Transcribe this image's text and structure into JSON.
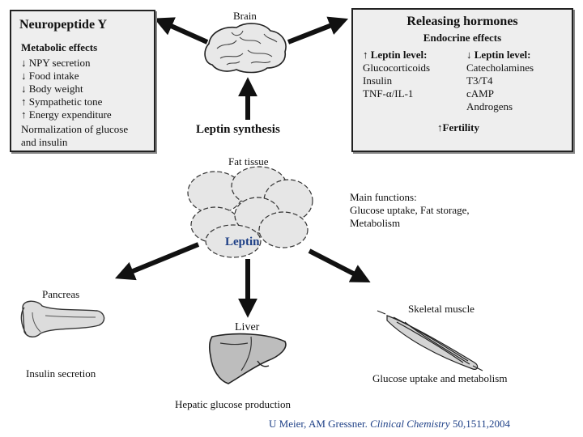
{
  "brain": {
    "label": "Brain"
  },
  "npy": {
    "title": "Neuropeptide Y",
    "subtitle": "Metabolic effects",
    "items": [
      {
        "arrow": "↓",
        "text": "NPY secretion"
      },
      {
        "arrow": "↓",
        "text": "Food intake"
      },
      {
        "arrow": "↓",
        "text": "Body weight"
      },
      {
        "arrow": "↑",
        "text": "Sympathetic tone"
      },
      {
        "arrow": "↑",
        "text": "Energy expenditure"
      }
    ],
    "note_line1": "Normalization of glucose",
    "note_line2": "and insulin"
  },
  "releasing": {
    "title": "Releasing hormones",
    "subtitle": "Endocrine effects",
    "left_header": "↑ Leptin level:",
    "left_items": [
      "Glucocorticoids",
      "Insulin",
      "TNF-α/IL-1"
    ],
    "right_header": "↓ Leptin level:",
    "right_items": [
      "Catecholamines",
      "T3/T4",
      "cAMP",
      "Androgens"
    ],
    "fertility": "↑Fertility"
  },
  "leptin_synthesis": "Leptin synthesis",
  "fat_tissue": {
    "label": "Fat tissue",
    "center": "Leptin"
  },
  "main_functions": {
    "line1": "Main functions:",
    "line2": "Glucose uptake, Fat storage,",
    "line3": "Metabolism"
  },
  "pancreas": {
    "label": "Pancreas",
    "caption": "Insulin secretion"
  },
  "liver": {
    "label": "Liver",
    "caption": "Hepatic glucose production"
  },
  "muscle": {
    "label": "Skeletal muscle",
    "caption": "Glucose uptake and metabolism"
  },
  "citation": {
    "authors": "U Meier, AM Gressner.",
    "journal": "Clinical Chemistry",
    "ref": "50,1511,2004"
  },
  "colors": {
    "accent": "#1d3f86",
    "box_fill": "#eeeeee",
    "arrow": "#111111"
  },
  "icons": [
    "brain-icon",
    "fat-cells-icon",
    "pancreas-icon",
    "liver-icon",
    "muscle-icon"
  ]
}
